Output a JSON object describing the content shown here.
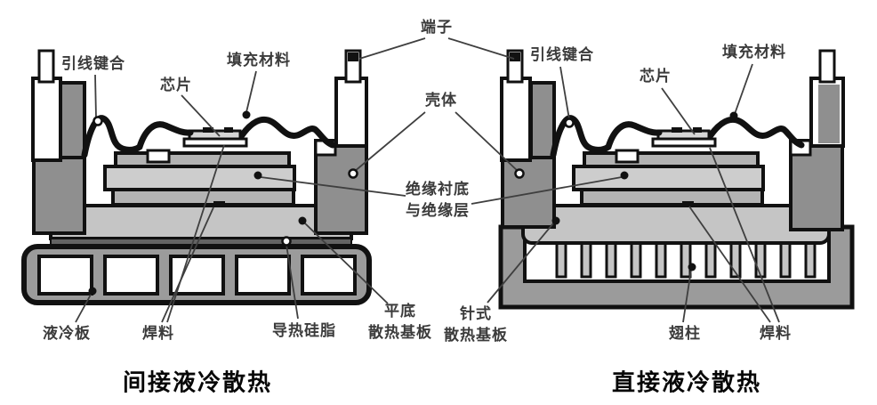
{
  "figure": {
    "shared": {
      "terminal": "端子",
      "case": "壳体",
      "insulation": "绝缘衬底\n与绝缘层"
    },
    "left": {
      "wire_bond": "引线键合",
      "chip": "芯片",
      "filler": "填充材料",
      "cold_plate": "液冷板",
      "solder": "焊料",
      "thermal_grease": "导热硅脂",
      "flat_base": "平底\n散热基板",
      "caption": "间接液冷散热"
    },
    "right": {
      "wire_bond": "引线键合",
      "chip": "芯片",
      "filler": "填充材料",
      "pin_base": "针式\n散热基板",
      "fin_column": "翅柱",
      "solder": "焊料",
      "caption": "直接液冷散热"
    },
    "colors": {
      "outline": "#111111",
      "case_gray": "#8f8f8f",
      "plate_gray": "#9b9b9b",
      "ceramic_light": "#cdcdcd",
      "copper_gray": "#b3b3b3",
      "baseplate_gray": "#c5c5c5",
      "grease_dark": "#636363",
      "label_text": "#3b3b3b",
      "leader_line": "#3f3f3f"
    }
  }
}
